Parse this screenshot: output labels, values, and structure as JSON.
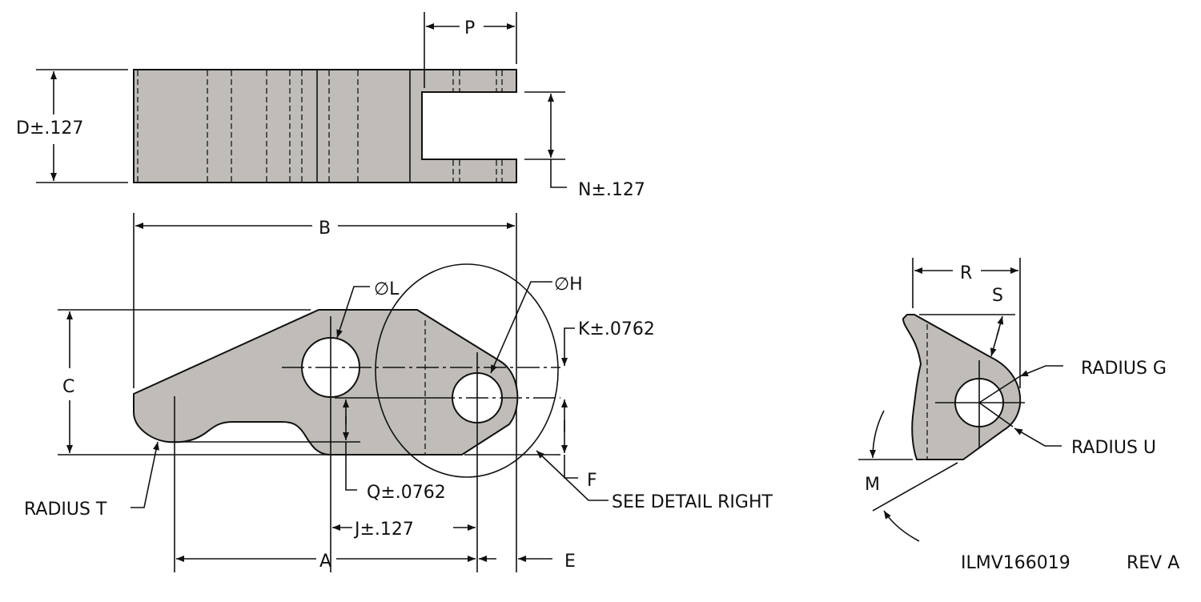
{
  "drawing": {
    "top_view": {
      "dim_d": "D±.127",
      "dim_p": "P",
      "dim_n": "N±.127",
      "dim_b": "B"
    },
    "front_view": {
      "dim_c": "C",
      "dia_l": "∅L",
      "dia_h": "∅H",
      "dim_k": "K±.0762",
      "dim_f": "F",
      "dim_q": "Q±.0762",
      "dim_j": "J±.127",
      "dim_a": "A",
      "dim_e": "E",
      "radius_t": "RADIUS T",
      "see_detail": "SEE DETAIL RIGHT"
    },
    "detail_view": {
      "dim_r": "R",
      "dim_s": "S",
      "radius_g": "RADIUS G",
      "radius_u": "RADIUS U",
      "angle_m": "M"
    },
    "title_block": {
      "part_number": "ILMV166019",
      "revision": "REV A"
    },
    "colors": {
      "part_fill": "#c0bcb8",
      "line": "#111111"
    }
  }
}
